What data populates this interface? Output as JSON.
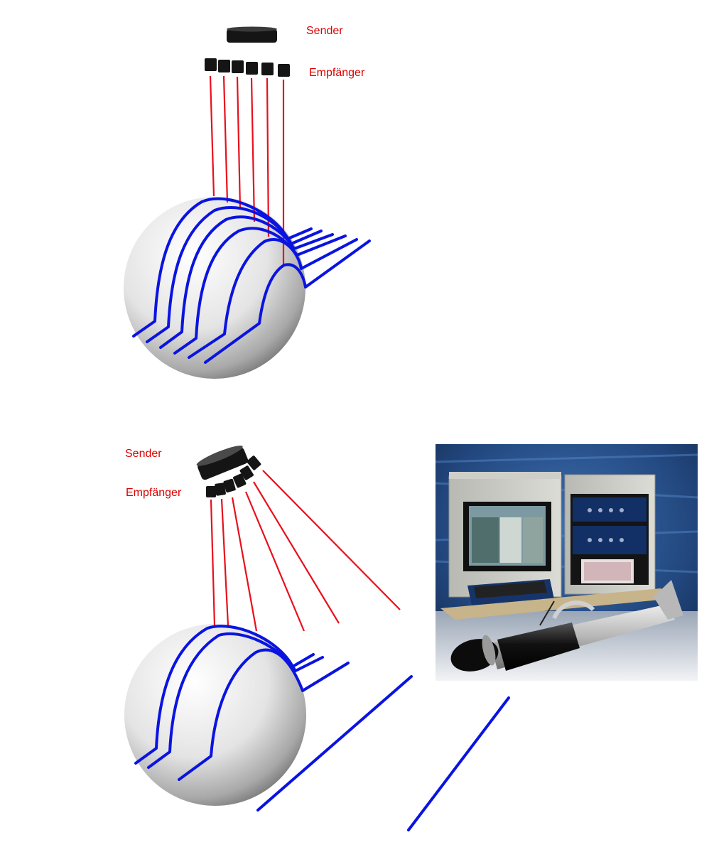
{
  "top_diagram": {
    "sender_label": "Sender",
    "receiver_label": "Empfänger"
  },
  "bottom_diagram": {
    "sender_label": "Sender",
    "receiver_label": "Empfänger"
  },
  "photo": {
    "subject": "side-scan sonar towfish with recording console"
  },
  "colors": {
    "label": "#dd0000",
    "beam": "#e8101c",
    "profile": "#0a14e0",
    "transducer": "#111111"
  }
}
